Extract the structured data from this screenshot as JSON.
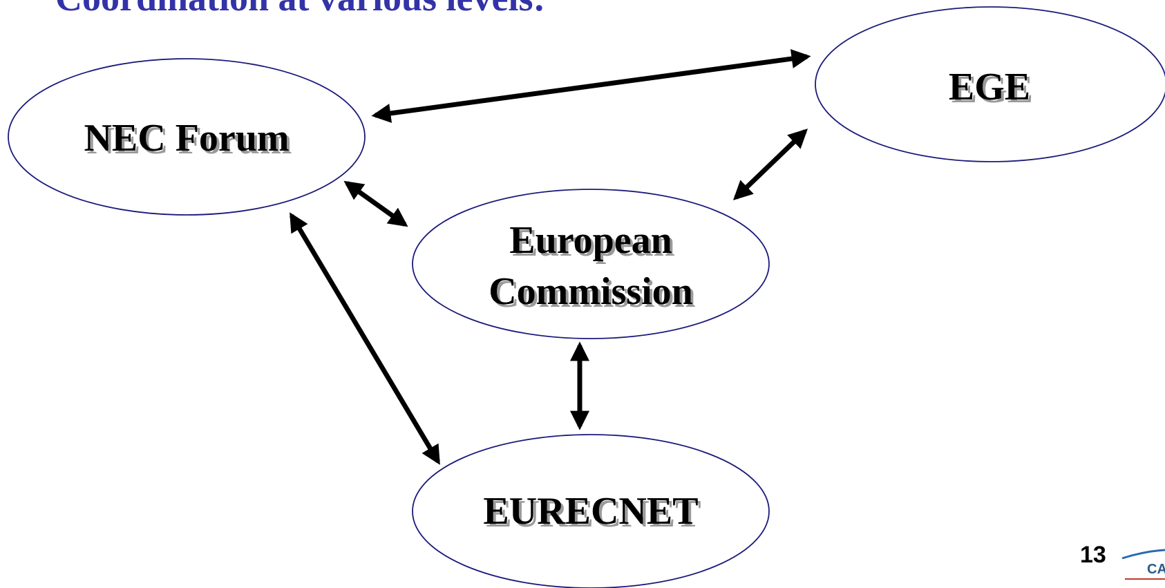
{
  "title": "Coordination at various levels:",
  "nodes": {
    "nec_forum": "NEC Forum",
    "ege": "EGE",
    "european_commission_line1": "European",
    "european_commission_line2": "Commission",
    "eurecnet": "EURECNET"
  },
  "edges": [
    {
      "from": "NEC Forum",
      "to": "EGE",
      "direction": "bidirectional"
    },
    {
      "from": "NEC Forum",
      "to": "European Commission",
      "direction": "bidirectional"
    },
    {
      "from": "European Commission",
      "to": "EGE",
      "direction": "bidirectional"
    },
    {
      "from": "NEC Forum",
      "to": "EURECNET",
      "direction": "bidirectional"
    },
    {
      "from": "European Commission",
      "to": "EURECNET",
      "direction": "bidirectional"
    }
  ],
  "footer": {
    "page_number": "13",
    "logo_text": "CA"
  },
  "colors": {
    "title": "#3333a8",
    "ellipse_stroke": "#1a1a7a",
    "arrow": "#000000"
  }
}
